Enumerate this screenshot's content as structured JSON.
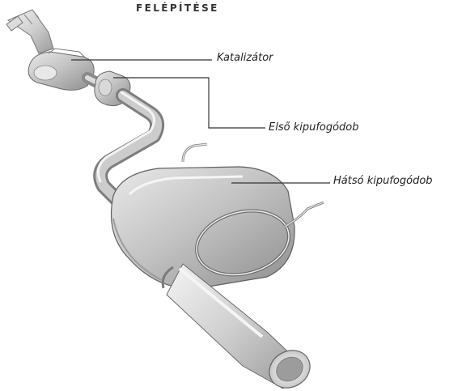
{
  "title": "FELÉPÍTÉSE",
  "labels": {
    "catalyst": "Katalizátor",
    "front_muffler": "Első kipufogódob",
    "rear_muffler": "Hátsó kipufogódob"
  },
  "colors": {
    "metal_light": "#f2f2f2",
    "metal_mid": "#c9c9c9",
    "metal_dark": "#8d8d8d",
    "outline": "#5a5a5a",
    "leader": "#333333"
  }
}
